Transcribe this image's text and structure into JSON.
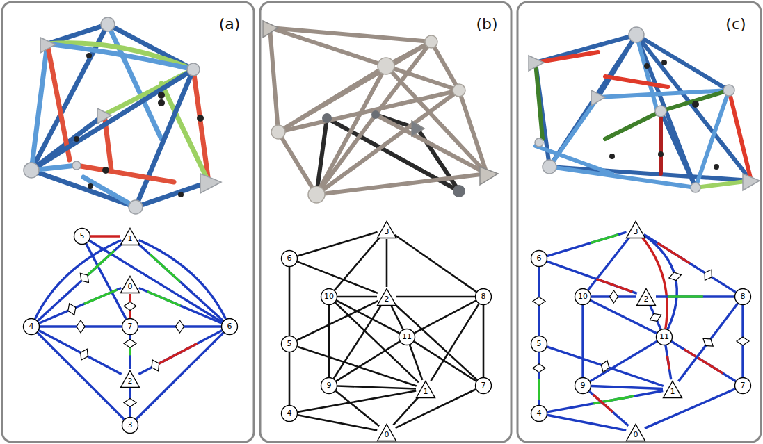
{
  "diagram": {
    "nodes": [
      {
        "text": [
          "5"
        ]
      },
      {
        "text": [
          "1"
        ]
      },
      {
        "text": [
          "0"
        ]
      },
      {
        "text": [
          "4"
        ]
      },
      {
        "text": [
          "7"
        ]
      },
      {
        "text": [
          "6"
        ]
      },
      {
        "text": [
          "2"
        ]
      },
      {
        "text": [
          "3"
        ]
      },
      {
        "text": [
          "3"
        ]
      },
      {
        "text": [
          "6"
        ]
      },
      {
        "text": [
          "10"
        ]
      },
      {
        "text": [
          "2"
        ]
      },
      {
        "text": [
          "8"
        ]
      },
      {
        "text": [
          "5"
        ]
      },
      {
        "text": [
          "11"
        ]
      },
      {
        "text": [
          "9"
        ]
      },
      {
        "text": [
          "1"
        ]
      },
      {
        "text": [
          "7"
        ]
      },
      {
        "text": [
          "4"
        ]
      },
      {
        "text": [
          "0"
        ]
      },
      {
        "text": [
          "3"
        ]
      },
      {
        "text": [
          "6"
        ]
      },
      {
        "text": [
          "10"
        ]
      },
      {
        "text": [
          "2"
        ]
      },
      {
        "text": [
          "8"
        ]
      },
      {
        "text": [
          "5"
        ]
      },
      {
        "text": [
          "11"
        ]
      },
      {
        "text": [
          "9"
        ]
      },
      {
        "text": [
          "1"
        ]
      },
      {
        "text": [
          "7"
        ]
      },
      {
        "text": [
          "4"
        ]
      },
      {
        "text": [
          "0"
        ]
      }
    ],
    "edges": [
      {
        "from": 0,
        "to": 1,
        "arrow": "none"
      },
      {
        "from": 0,
        "to": 4,
        "arrow": "none"
      },
      {
        "from": 0,
        "to": 5,
        "arrow": "none"
      },
      {
        "from": 1,
        "to": 3,
        "arrow": "none"
      },
      {
        "from": 1,
        "to": 5,
        "arrow": "none"
      },
      {
        "from": 1,
        "to": 3,
        "arrow": "none"
      },
      {
        "from": 1,
        "to": 5,
        "arrow": "none"
      },
      {
        "from": 2,
        "to": 3,
        "arrow": "none"
      },
      {
        "from": 2,
        "to": 5,
        "arrow": "none"
      },
      {
        "from": 2,
        "to": 4,
        "arrow": "none"
      },
      {
        "from": 3,
        "to": 4,
        "arrow": "none"
      },
      {
        "from": 4,
        "to": 5,
        "arrow": "none"
      },
      {
        "from": 3,
        "to": 6,
        "arrow": "none"
      },
      {
        "from": 5,
        "to": 6,
        "arrow": "none"
      },
      {
        "from": 4,
        "to": 6,
        "arrow": "none"
      },
      {
        "from": 3,
        "to": 7,
        "arrow": "none"
      },
      {
        "from": 5,
        "to": 7,
        "arrow": "none"
      },
      {
        "from": 6,
        "to": 7,
        "arrow": "none"
      },
      {
        "from": 8,
        "to": 9,
        "arrow": "none"
      },
      {
        "from": 8,
        "to": 10,
        "arrow": "none"
      },
      {
        "from": 8,
        "to": 12,
        "arrow": "none"
      },
      {
        "from": 8,
        "to": 11,
        "arrow": "none"
      },
      {
        "from": 9,
        "to": 13,
        "arrow": "none"
      },
      {
        "from": 9,
        "to": 11,
        "arrow": "none"
      },
      {
        "from": 13,
        "to": 18,
        "arrow": "none"
      },
      {
        "from": 13,
        "to": 11,
        "arrow": "none"
      },
      {
        "from": 13,
        "to": 16,
        "arrow": "none"
      },
      {
        "from": 10,
        "to": 11,
        "arrow": "none"
      },
      {
        "from": 10,
        "to": 14,
        "arrow": "none"
      },
      {
        "from": 10,
        "to": 16,
        "arrow": "none"
      },
      {
        "from": 10,
        "to": 15,
        "arrow": "none"
      },
      {
        "from": 11,
        "to": 12,
        "arrow": "none"
      },
      {
        "from": 11,
        "to": 15,
        "arrow": "none"
      },
      {
        "from": 11,
        "to": 14,
        "arrow": "none"
      },
      {
        "from": 11,
        "to": 17,
        "arrow": "none"
      },
      {
        "from": 12,
        "to": 14,
        "arrow": "none"
      },
      {
        "from": 12,
        "to": 16,
        "arrow": "none"
      },
      {
        "from": 12,
        "to": 17,
        "arrow": "none"
      },
      {
        "from": 14,
        "to": 15,
        "arrow": "none"
      },
      {
        "from": 14,
        "to": 16,
        "arrow": "none"
      },
      {
        "from": 14,
        "to": 17,
        "arrow": "none"
      },
      {
        "from": 15,
        "to": 16,
        "arrow": "none"
      },
      {
        "from": 15,
        "to": 19,
        "arrow": "none"
      },
      {
        "from": 18,
        "to": 16,
        "arrow": "none"
      },
      {
        "from": 18,
        "to": 19,
        "arrow": "none"
      },
      {
        "from": 16,
        "to": 19,
        "arrow": "none"
      },
      {
        "from": 17,
        "to": 19,
        "arrow": "none"
      },
      {
        "from": 20,
        "to": 21,
        "arrow": "none"
      },
      {
        "from": 20,
        "to": 22,
        "arrow": "none"
      },
      {
        "from": 20,
        "to": 26,
        "arrow": "none"
      },
      {
        "from": 20,
        "to": 26,
        "arrow": "none"
      },
      {
        "from": 20,
        "to": 24,
        "arrow": "none"
      },
      {
        "from": 21,
        "to": 25,
        "arrow": "none"
      },
      {
        "from": 21,
        "to": 23,
        "arrow": "none"
      },
      {
        "from": 22,
        "to": 23,
        "arrow": "none"
      },
      {
        "from": 23,
        "to": 24,
        "arrow": "none"
      },
      {
        "from": 23,
        "to": 26,
        "arrow": "none"
      },
      {
        "from": 22,
        "to": 26,
        "arrow": "none"
      },
      {
        "from": 22,
        "to": 27,
        "arrow": "none"
      },
      {
        "from": 26,
        "to": 27,
        "arrow": "none"
      },
      {
        "from": 26,
        "to": 29,
        "arrow": "none"
      },
      {
        "from": 26,
        "to": 28,
        "arrow": "none"
      },
      {
        "from": 24,
        "to": 28,
        "arrow": "none"
      },
      {
        "from": 24,
        "to": 29,
        "arrow": "none"
      },
      {
        "from": 25,
        "to": 30,
        "arrow": "none"
      },
      {
        "from": 25,
        "to": 28,
        "arrow": "none"
      },
      {
        "from": 27,
        "to": 28,
        "arrow": "none"
      },
      {
        "from": 30,
        "to": 28,
        "arrow": "none"
      },
      {
        "from": 30,
        "to": 31,
        "arrow": "none"
      },
      {
        "from": 27,
        "to": 31,
        "arrow": "none"
      },
      {
        "from": 31,
        "to": 29,
        "arrow": "none"
      }
    ],
    "labels": [
      "(a)",
      "(b)",
      "(c)"
    ]
  }
}
